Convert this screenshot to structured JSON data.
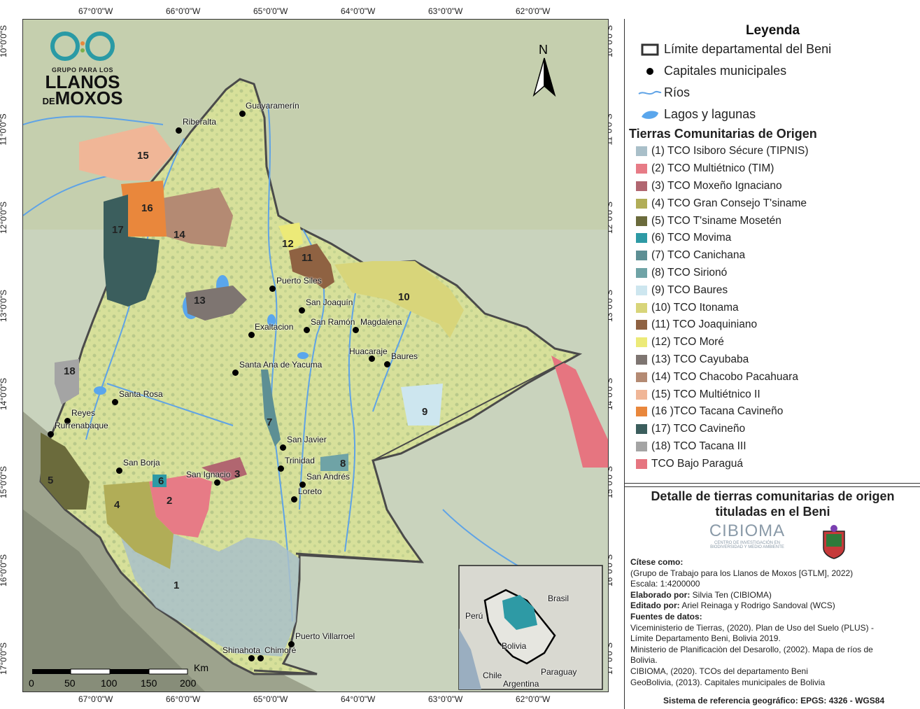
{
  "coords": {
    "top": [
      "67°0'0\"W",
      "66°0'0\"W",
      "65°0'0\"W",
      "64°0'0\"W",
      "63°0'0\"W",
      "62°0'0\"W"
    ],
    "left": [
      "10°0'0\"S",
      "11°0'0\"S",
      "12°0'0\"S",
      "13°0'0\"S",
      "14°0'0\"S",
      "15°0'0\"S",
      "16°0'0\"S",
      "17°0'0\"S"
    ]
  },
  "logo": {
    "line1": "GRUPO PARA LOS",
    "line2": "LLANOS",
    "line3": "DE",
    "line4": "MOXOS"
  },
  "north": "N",
  "scalebar": {
    "unit": "Km",
    "ticks": [
      "0",
      "50",
      "100",
      "150",
      "200"
    ]
  },
  "places": [
    {
      "name": "Guayaramerín"
    },
    {
      "name": "Riberalta"
    },
    {
      "name": "Puerto Siles"
    },
    {
      "name": "San Joaquín"
    },
    {
      "name": "San Ramón"
    },
    {
      "name": "Magdalena"
    },
    {
      "name": "Exaltacion"
    },
    {
      "name": "Huacaraje"
    },
    {
      "name": "Baures"
    },
    {
      "name": "Santa Ana de Yacuma"
    },
    {
      "name": "Santa Rosa"
    },
    {
      "name": "Reyes"
    },
    {
      "name": "Rurrenabaque"
    },
    {
      "name": "San Javier"
    },
    {
      "name": "Trinidad"
    },
    {
      "name": "San Andrés"
    },
    {
      "name": "Loreto"
    },
    {
      "name": "San Borja"
    },
    {
      "name": "San Ignacio"
    },
    {
      "name": "Puerto Villarroel"
    },
    {
      "name": "Shinahota"
    },
    {
      "name": "Chimoré"
    }
  ],
  "tco_numbers": [
    "1",
    "2",
    "3",
    "4",
    "5",
    "6",
    "7",
    "8",
    "9",
    "10",
    "11",
    "12",
    "13",
    "14",
    "15",
    "16",
    "17",
    "18"
  ],
  "inset": {
    "labels": [
      "Brasil",
      "Perú",
      "Bolivia",
      "Chile",
      "Paraguay",
      "Argentina"
    ]
  },
  "legend": {
    "title": "Leyenda",
    "items": [
      {
        "label": "Límite departamental del Beni"
      },
      {
        "label": "Capitales municipales"
      },
      {
        "label": "Ríos"
      },
      {
        "label": "Lagos y lagunas"
      }
    ],
    "tco_title": "Tierras Comunitarias de Origen",
    "tco": [
      {
        "label": "(1) TCO Isiboro Sécure (TIPNIS)",
        "color": "#a9bfc9"
      },
      {
        "label": "(2) TCO Multiétnico (TIM)",
        "color": "#e77b86"
      },
      {
        "label": "(3) TCO Moxeño Ignaciano",
        "color": "#b16670"
      },
      {
        "label": "(4) TCO Gran Consejo T'siname",
        "color": "#b1ad57"
      },
      {
        "label": "(5) TCO T'siname Mosetén",
        "color": "#6b6b3c"
      },
      {
        "label": "(6) TCO Movima",
        "color": "#2e9aa5"
      },
      {
        "label": "(7) TCO Canichana",
        "color": "#5d8f94"
      },
      {
        "label": "(8) TCO Sirionó",
        "color": "#6fa3a6"
      },
      {
        "label": "(9) TCO Baures",
        "color": "#cde6ef"
      },
      {
        "label": "(10) TCO Itonama",
        "color": "#d8d57a"
      },
      {
        "label": "(11) TCO Joaquiniano",
        "color": "#8f6242"
      },
      {
        "label": "(12) TCO Moré",
        "color": "#ecea78"
      },
      {
        "label": "(13) TCO Cayubaba",
        "color": "#7e7571"
      },
      {
        "label": "(14) TCO Chacobo Pacahuara",
        "color": "#b48a73"
      },
      {
        "label": "(15) TCO Multiétnico II",
        "color": "#f0b697"
      },
      {
        "label": "(16 )TCO Tacana Cavineño",
        "color": "#e9873c"
      },
      {
        "label": "(17) TCO Cavineño",
        "color": "#3b5e5d"
      },
      {
        "label": "(18) TCO Tacana III",
        "color": "#a4a4a4"
      },
      {
        "label": "TCO Bajo Paraguá",
        "color": "#e67580"
      }
    ]
  },
  "detail": {
    "title_line1": "Detalle de tierras comunitarias de origen",
    "title_line2": "tituladas en el Beni",
    "cibioma": "CIBIOMA",
    "cibioma_sub1": "CENTRO DE INVESTIGACIÓN EN",
    "cibioma_sub2": "BIODIVERSIDAD Y MEDIO AMBIENTE",
    "cite_label": "Cítese como:",
    "cite": "(Grupo de Trabajo para los Llanos de Moxos [GTLM], 2022)",
    "scale": "Escala: 1:4200000",
    "made_label": "Elaborado por:",
    "made": " Silvia Ten (CIBIOMA)",
    "edited_label": "Editado por:",
    "edited": " Ariel Reinaga y Rodrigo Sandoval (WCS)",
    "sources_label": "Fuentes de datos:",
    "sources": [
      "Viceministerio de Tierras, (2020). Plan de Uso del Suelo (PLUS) -",
      "Límite Departamento Beni, Bolivia 2019.",
      "Ministerio de Planificaciòn del Desarollo, (2002). Mapa de ríos de",
      "Bolivia.",
      "CIBIOMA, (2020). TCOs del departamento Beni",
      "GeoBolivia, (2013). Capitales municipales de Bolivia"
    ],
    "srs": "Sistema de referencia geográfico: EPGS: 4326 - WGS84"
  }
}
